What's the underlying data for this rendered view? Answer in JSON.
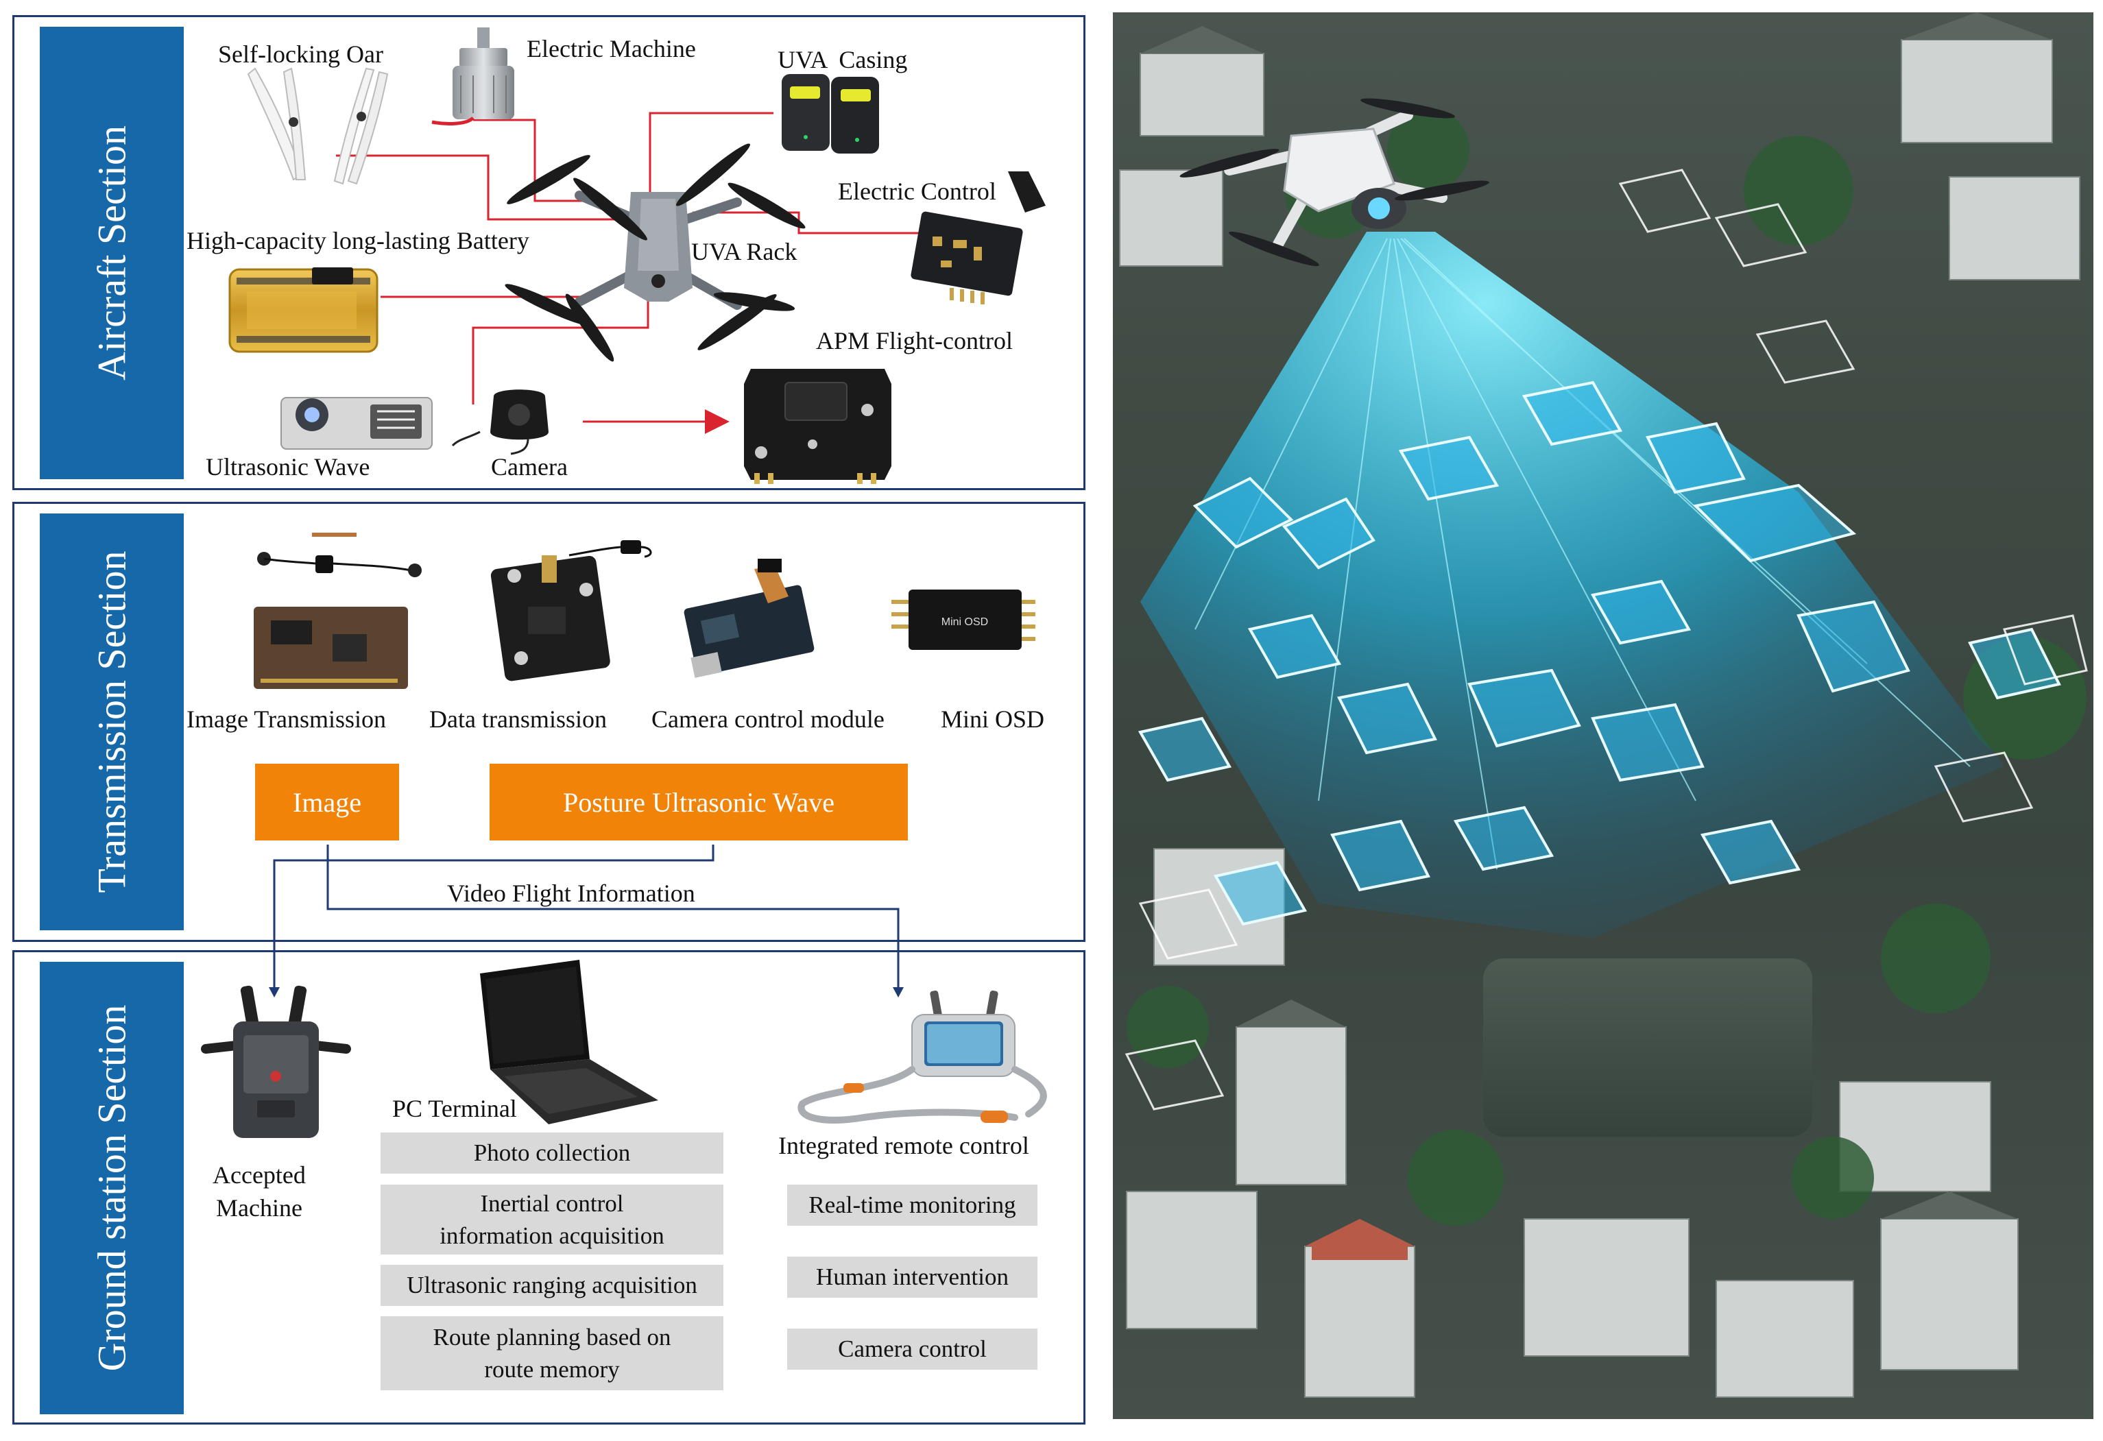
{
  "aircraft": {
    "title": "Aircraft Section",
    "labels": {
      "oar": "Self-locking Oar",
      "motor": "Electric Machine",
      "casing": "UVA  Casing",
      "esc": "Electric Control",
      "battery": "High-capacity long-lasting Battery",
      "rack": "UVA Rack",
      "apm": "APM Flight-control",
      "ultrasonic": "Ultrasonic Wave",
      "camera": "Camera"
    },
    "esc_board_text": "",
    "apm_board_text": ""
  },
  "transmission": {
    "title": "Transmission Section",
    "labels": {
      "image_tx": "Image Transmission",
      "data_tx": "Data transmission",
      "camera_ctrl": "Camera control module",
      "mini_osd": "Mini OSD"
    },
    "osd_module_text": "Mini OSD",
    "image_box": "Image",
    "posture_box": "Posture Ultrasonic Wave",
    "flow_label": "Video Flight Information"
  },
  "ground": {
    "title": "Ground station Section",
    "accepted_machine": [
      "Accepted",
      "Machine"
    ],
    "pc_terminal": "PC Terminal",
    "pc_items": [
      [
        "Photo collection"
      ],
      [
        "Inertial control",
        "information acquisition"
      ],
      [
        "Ultrasonic ranging acquisition"
      ],
      [
        "Route planning based on",
        "route memory"
      ]
    ],
    "remote_control": "Integrated remote control",
    "remote_items": [
      "Real-time monitoring",
      "Human intervention",
      "Camera control"
    ]
  },
  "colors": {
    "section_blue": "#1668a8",
    "border_navy": "#1f3a73",
    "orange": "#f08308",
    "gray_box": "#d9d9d9",
    "connector_red": "#d9232e",
    "flow_arrow": "#1f3a73",
    "scan_cyan": "#19c8ff"
  },
  "icons": [
    "propeller-icon",
    "motor-icon",
    "battery-casing-icon",
    "esc-board-icon",
    "drone-icon",
    "lipo-battery-icon",
    "apm-board-icon",
    "ultrasonic-sensor-icon",
    "camera-icon",
    "image-tx-module-icon",
    "data-tx-module-icon",
    "camera-control-module-icon",
    "mini-osd-icon",
    "receiver-icon",
    "laptop-icon",
    "remote-controller-icon",
    "survey-drone-icon"
  ]
}
